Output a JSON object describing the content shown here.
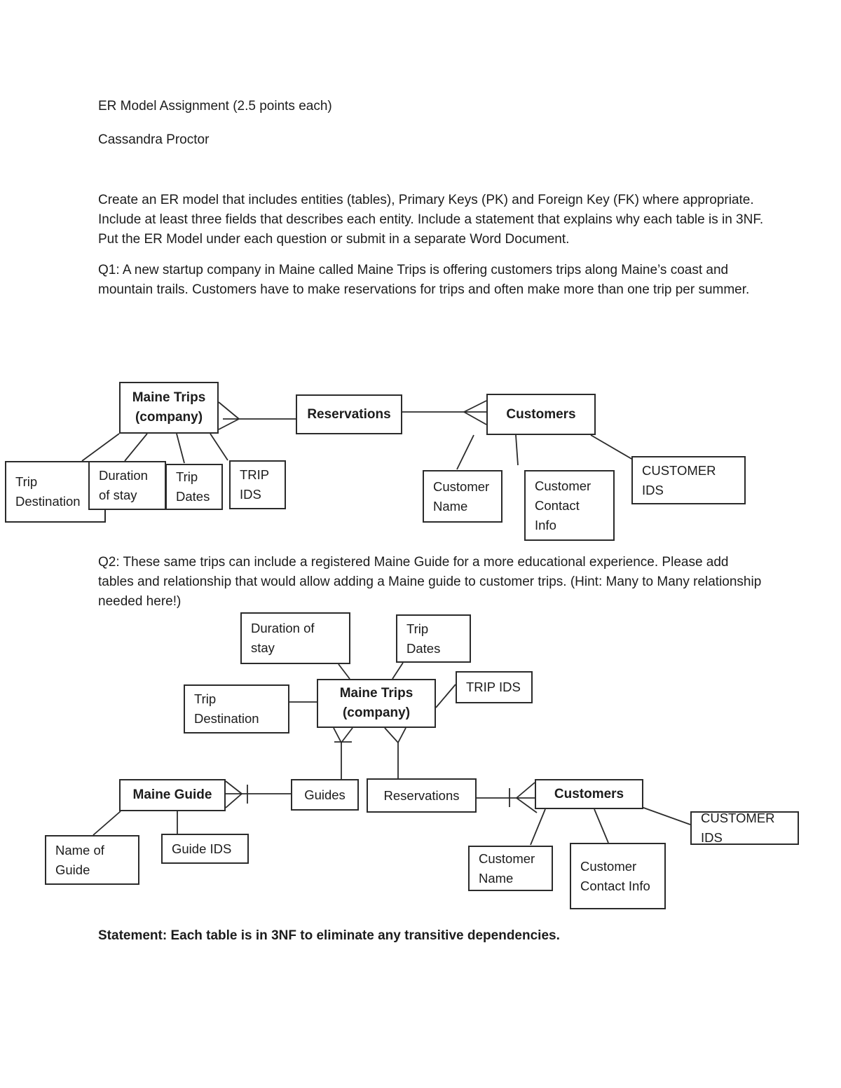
{
  "document": {
    "title": "ER Model Assignment (2.5 points each)",
    "author": "Cassandra Proctor",
    "intro": "Create an ER model that includes entities (tables), Primary Keys (PK) and Foreign Key (FK) where appropriate. Include at least three fields that describes each entity. Include a statement that explains why each table is in 3NF. Put the ER Model under each question or submit in a separate Word Document.",
    "q1": "Q1: A new startup company in Maine called Maine Trips is offering customers trips along Maine’s coast and mountain trails. Customers have to make reservations for trips and often make more than one trip per summer.",
    "q2": "Q2: These same trips can include a registered Maine Guide for a more educational experience. Please add tables and relationship that would allow adding a Maine guide to customer trips. (Hint: Many to Many relationship needed here!)",
    "statement": "Statement: Each table is in 3NF to eliminate any transitive dependencies."
  },
  "diagram1": {
    "entities": {
      "maine_trips": "Maine Trips\n(company)",
      "reservations": "Reservations",
      "customers": "Customers"
    },
    "attributes": {
      "trip_destination": "Trip\nDestination",
      "duration_of_stay": "Duration\nof stay",
      "trip_dates": "Trip\nDates",
      "trip_ids": "TRIP\nIDS",
      "customer_name": "Customer\nName",
      "customer_contact_info": "Customer\nContact\nInfo",
      "customer_ids": "CUSTOMER\nIDS"
    }
  },
  "diagram2": {
    "entities": {
      "maine_trips": "Maine Trips\n(company)",
      "maine_guide": "Maine Guide",
      "customers": "Customers"
    },
    "relations": {
      "guides": "Guides",
      "reservations": "Reservations"
    },
    "attributes": {
      "duration_of_stay": "Duration of\nstay",
      "trip_dates": "Trip\nDates",
      "trip_destination": "Trip\nDestination",
      "trip_ids": "TRIP IDS",
      "name_of_guide": "Name of\nGuide",
      "guide_ids": "Guide IDS",
      "customer_name": "Customer\nName",
      "customer_contact_info": "Customer\nContact Info",
      "customer_ids": "CUSTOMER IDS"
    }
  },
  "colors": {
    "ink": "#1c1c1c",
    "paper": "#ffffff"
  }
}
